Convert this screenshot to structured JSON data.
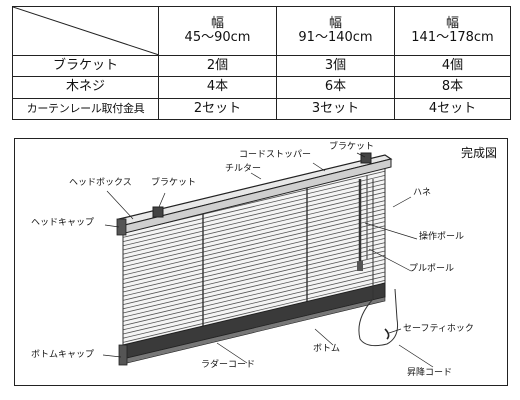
{
  "table": {
    "columns": [
      {
        "head": "幅",
        "range": "45〜90cm"
      },
      {
        "head": "幅",
        "range": "91〜140cm"
      },
      {
        "head": "幅",
        "range": "141〜178cm"
      }
    ],
    "rows": [
      {
        "label": "ブラケット",
        "values": [
          "2個",
          "3個",
          "4個"
        ]
      },
      {
        "label": "木ネジ",
        "values": [
          "4本",
          "6本",
          "8本"
        ]
      },
      {
        "label": "カーテンレール取付金具",
        "values": [
          "2セット",
          "3セット",
          "4セット"
        ]
      }
    ]
  },
  "diagram": {
    "title": "完成図",
    "labels": {
      "cord_stopper": "コードストッパー",
      "bracket_top": "ブラケット",
      "tilter": "チルター",
      "head_box": "ヘッドボックス",
      "bracket_left": "ブラケット",
      "slat": "ハネ",
      "head_cap": "ヘッドキャップ",
      "operation_pole": "操作ポール",
      "pull_pole": "プルポール",
      "safety_hook": "セーフティホック",
      "bottom": "ボトム",
      "bottom_cap": "ボトムキャップ",
      "ladder_cord": "ラダーコード",
      "lift_cord": "昇降コード"
    }
  }
}
